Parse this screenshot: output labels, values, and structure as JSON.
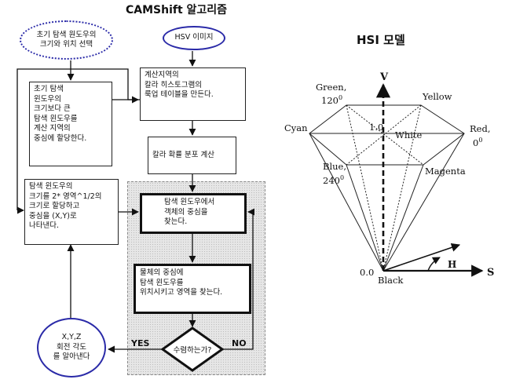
{
  "left": {
    "title": "CAMShift 알고리즘",
    "oval_init": "초기 탐색 원도우의\n크기와 위치 선택",
    "oval_hsv": "HSV 이미지",
    "box_init_search": "초기 탐색\n윈도우의\n크기보다 큰\n탐색 윈도우를\n계산 지역의\n중심에 할당한다.",
    "box_histogram": "계산지역의\n칼라 히스토그램의\n룩업 테이블을 만든다.",
    "box_prob": "칼라 확률 분포 계산",
    "box_resize": "탐색 윈도우의\n크기를 2* 영역^1/2의\n크기로 할당하고\n중심을 (X,Y)로\n나타낸다.",
    "box_centroid": "탐색 윈도우에서\n객체의 중심을\n찾는다.",
    "box_move": "물체의 중심에\n탐색 윈도우를\n위치시키고 영역을 찾는다.",
    "diamond_converge": "수렴하는가?",
    "oval_xyz": "X,Y,Z\n회전 각도\n를 알아낸다",
    "yes_label": "YES",
    "no_label": "NO"
  },
  "right": {
    "title": "HSI 모델",
    "axis_v": "V",
    "axis_s": "S",
    "axis_h": "H",
    "green": "Green,",
    "green_deg": "120",
    "yellow": "Yellow",
    "cyan": "Cyan",
    "red": "Red,",
    "red_deg": "0",
    "one": "1.0",
    "white": "White",
    "blue": "Blue,",
    "blue_deg": "240",
    "magenta": "Magenta",
    "zero": "0.0",
    "black": "Black",
    "degree_mark": "0"
  }
}
